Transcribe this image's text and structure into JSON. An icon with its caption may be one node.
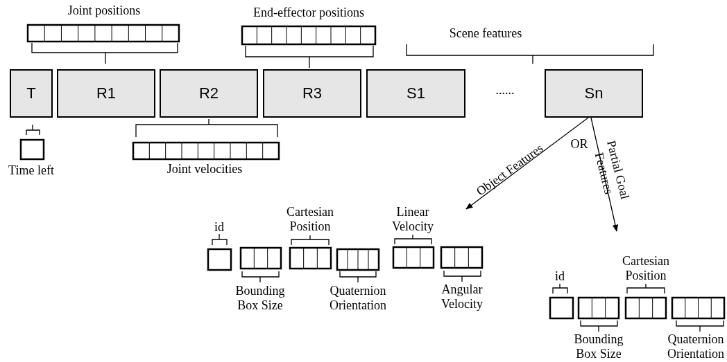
{
  "diagram": {
    "nodes": [
      {
        "text": [
          "T"
        ]
      },
      {
        "text": [
          "R1"
        ]
      },
      {
        "text": [
          "R2"
        ]
      },
      {
        "text": [
          "R3"
        ]
      },
      {
        "text": [
          "S1"
        ]
      },
      {
        "text": [
          "Sn"
        ]
      }
    ],
    "edges": [
      {
        "from": 5,
        "to": null,
        "arrow": "to",
        "label": "Object Features"
      },
      {
        "from": 5,
        "to": null,
        "arrow": "to",
        "label": "Partial Goal Features"
      }
    ],
    "labels": [
      "Joint positions",
      "End-effector positions",
      "Scene features",
      "......",
      "Time left",
      "Joint velocities",
      "OR",
      "id",
      "Cartesian Position",
      "Linear Velocity",
      "Bounding Box Size",
      "Quaternion Orientation",
      "Angular Velocity",
      "Cartesian Position",
      "id",
      "Bounding Box Size",
      "Quaternion Orientation"
    ]
  }
}
